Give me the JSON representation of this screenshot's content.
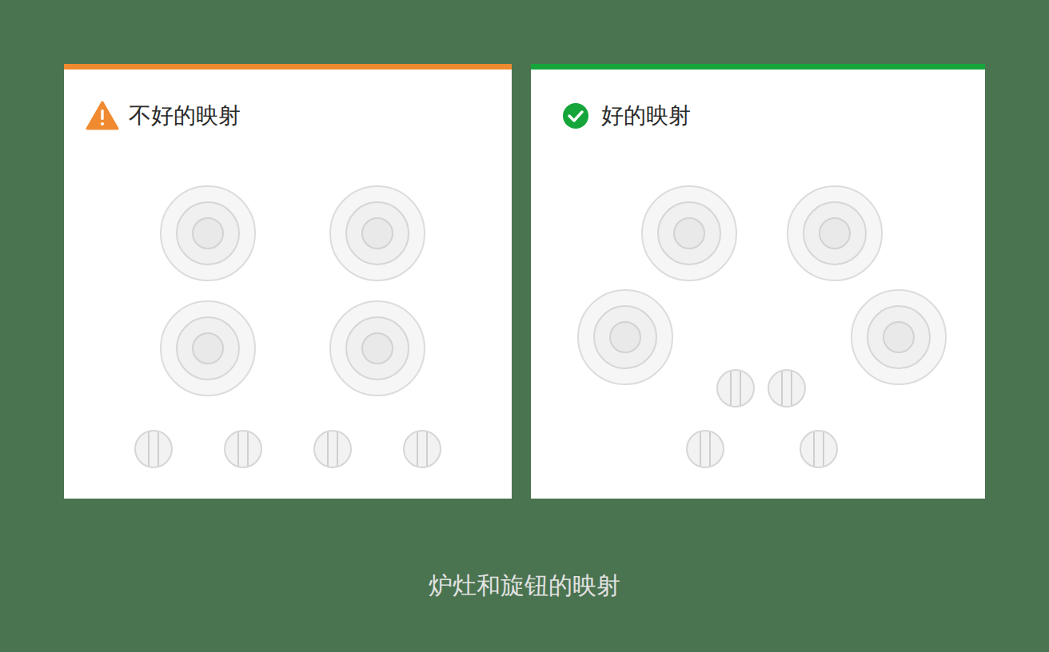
{
  "diagram": {
    "caption": "炉灶和旋钮的映射",
    "nodes": [
      {
        "text": [
          "不好的映射"
        ]
      },
      {
        "text": [
          "好的映射"
        ]
      }
    ]
  }
}
